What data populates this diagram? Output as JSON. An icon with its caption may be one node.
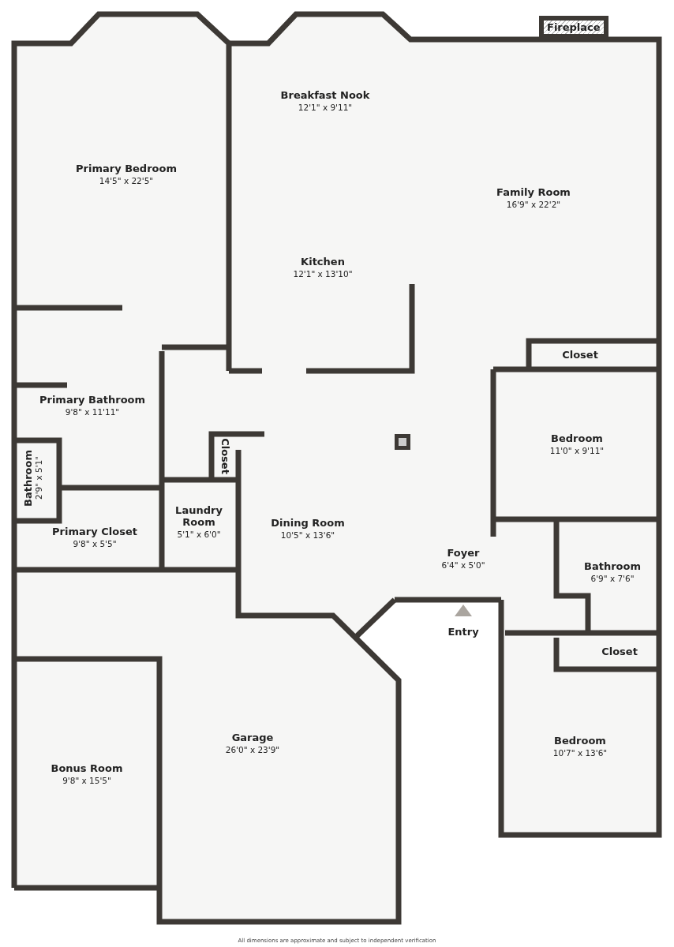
{
  "diagram": {
    "caption": "All dimensions are approximate and subject to independent verification",
    "nodes": [
      {
        "text": [
          "Fireplace"
        ]
      },
      {
        "text": [
          "Breakfast Nook",
          "12'1\" x 9'11\""
        ]
      },
      {
        "text": [
          "Primary Bedroom",
          "14'5\" x 22'5\""
        ]
      },
      {
        "text": [
          "Family Room",
          "16'9\" x 22'2\""
        ]
      },
      {
        "text": [
          "Kitchen",
          "12'1\" x 13'10\""
        ]
      },
      {
        "text": [
          "Closet"
        ]
      },
      {
        "text": [
          "Primary Bathroom",
          "9'8\" x 11'11\""
        ]
      },
      {
        "text": [
          "Bedroom",
          "11'0\" x 9'11\""
        ]
      },
      {
        "text": [
          "Closet"
        ]
      },
      {
        "text": [
          "Bathroom",
          "2'9\" x 5'1\""
        ]
      },
      {
        "text": [
          "Laundry Room",
          "5'1\" x 6'0\""
        ]
      },
      {
        "text": [
          "Dining Room",
          "10'5\" x 13'6\""
        ]
      },
      {
        "text": [
          "Primary Closet",
          "9'8\" x 5'5\""
        ]
      },
      {
        "text": [
          "Foyer",
          "6'4\" x 5'0\""
        ]
      },
      {
        "text": [
          "Bathroom",
          "6'9\" x 7'6\""
        ]
      },
      {
        "text": [
          "Closet"
        ]
      },
      {
        "text": [
          "Garage",
          "26'0\" x 23'9\""
        ]
      },
      {
        "text": [
          "Bedroom",
          "10'7\" x 13'6\""
        ]
      },
      {
        "text": [
          "Bonus Room",
          "9'8\" x 15'5\""
        ]
      }
    ],
    "edges": [],
    "labels": [
      "Entry"
    ]
  }
}
